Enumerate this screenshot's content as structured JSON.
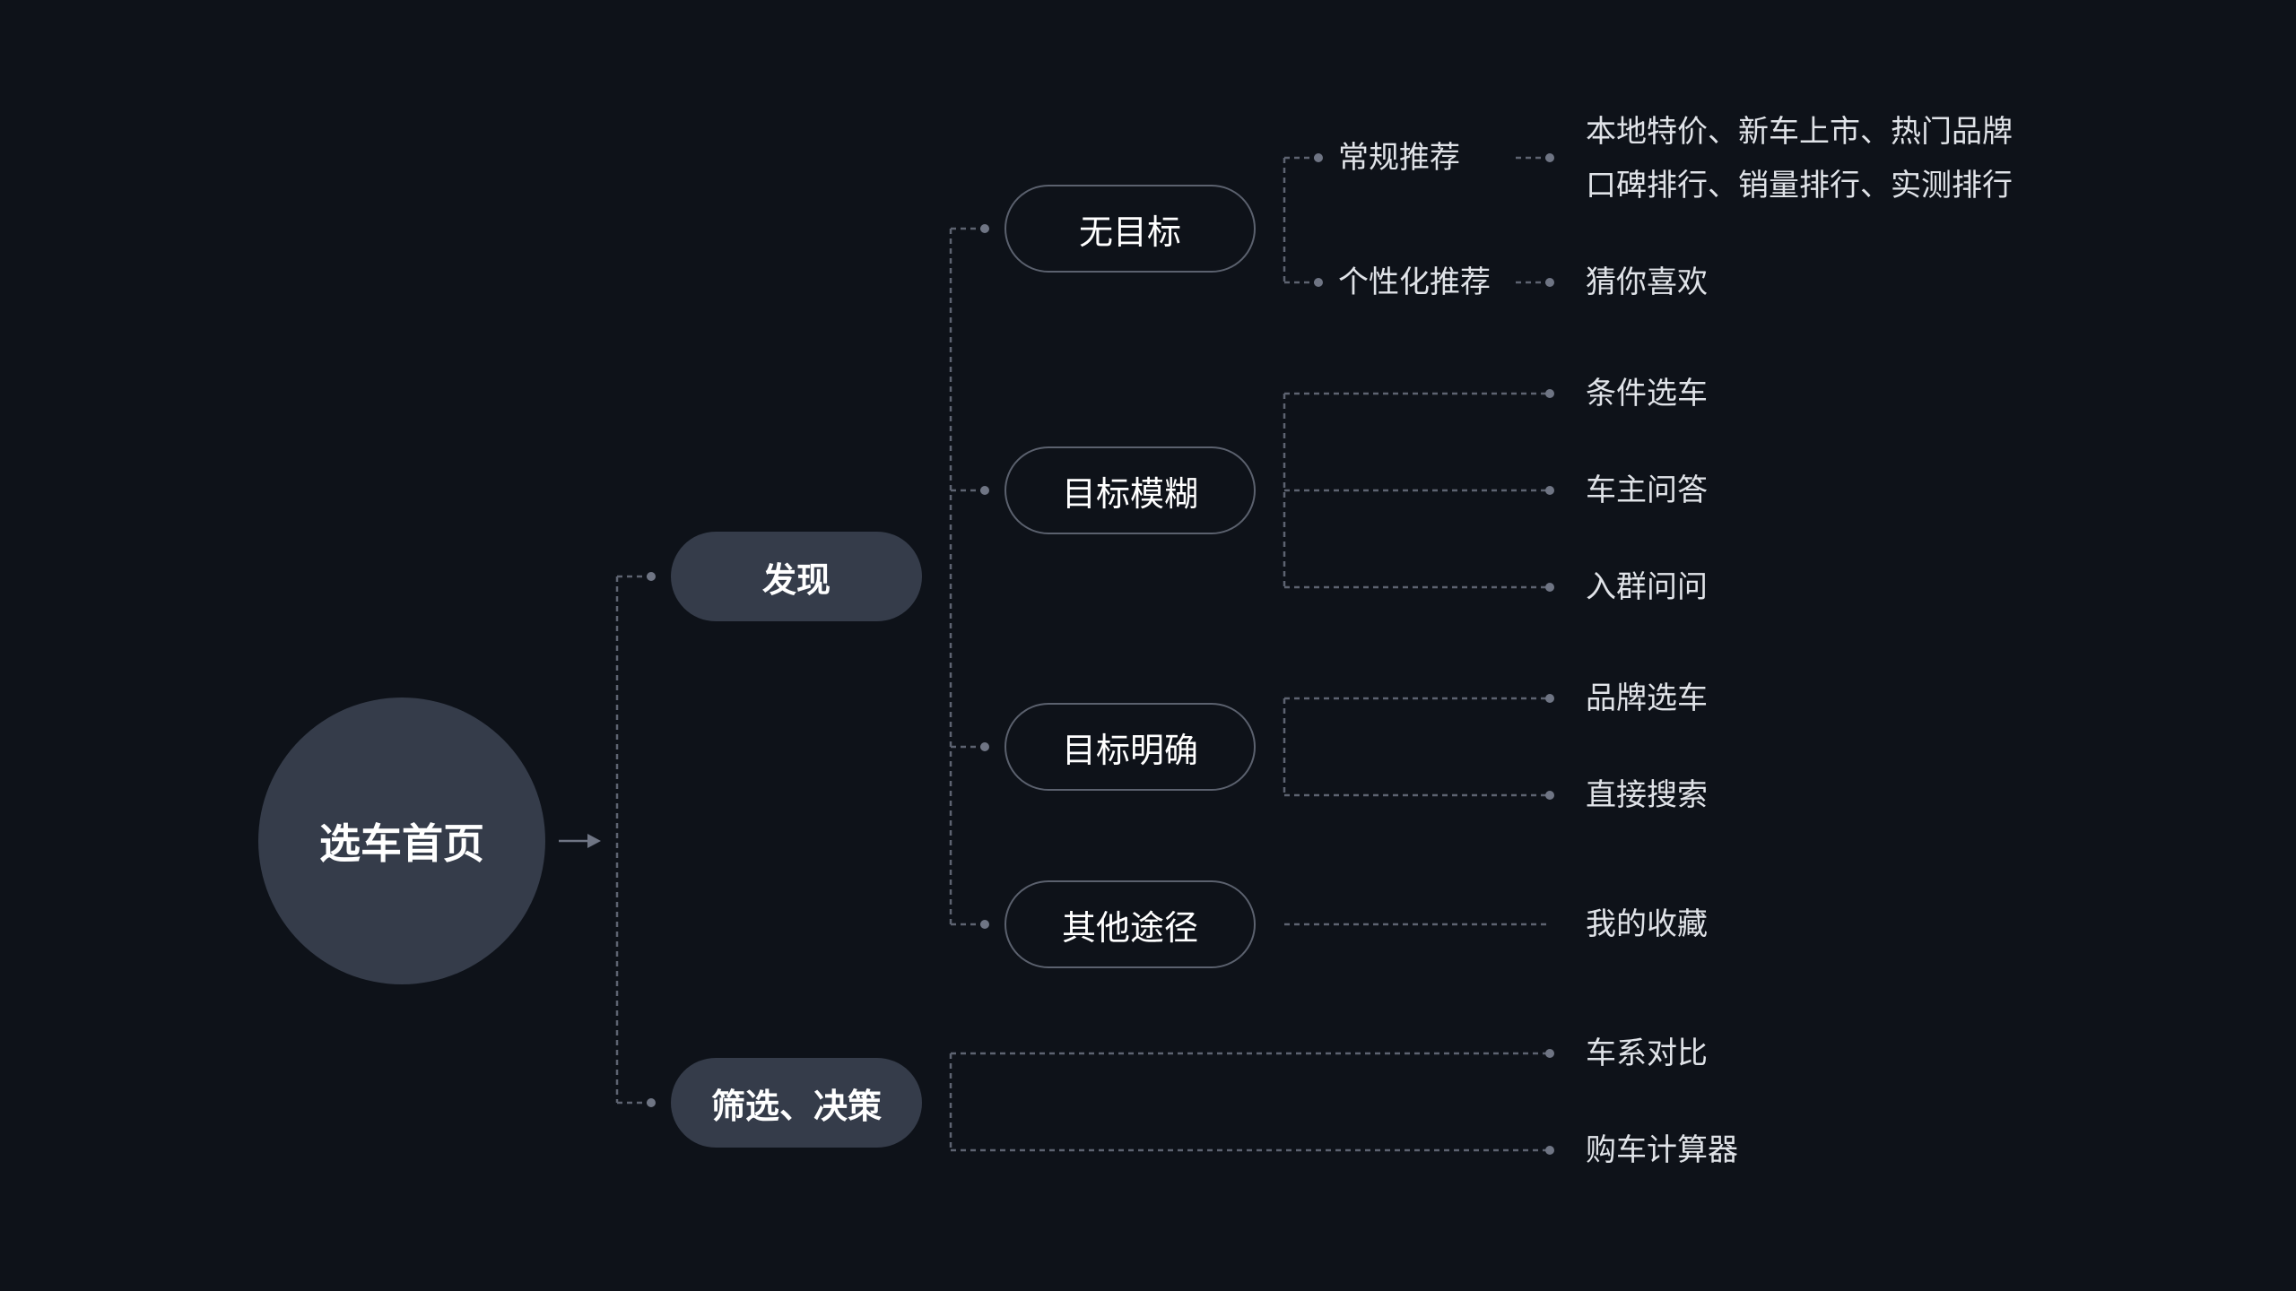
{
  "root": {
    "label": "选车首页"
  },
  "branches": [
    {
      "label": "发现"
    },
    {
      "label": "筛选、决策"
    }
  ],
  "subnodes": [
    {
      "label": "无目标"
    },
    {
      "label": "目标模糊"
    },
    {
      "label": "目标明确"
    },
    {
      "label": "其他途径"
    }
  ],
  "categories": [
    {
      "label": "常规推荐"
    },
    {
      "label": "个性化推荐"
    }
  ],
  "leaves": {
    "regular_line1": "本地特价、新车上市、热门品牌",
    "regular_line2": "口碑排行、销量排行、实测排行",
    "personalized": "猜你喜欢",
    "condition_select": "条件选车",
    "owner_qa": "车主问答",
    "join_group": "入群问问",
    "brand_select": "品牌选车",
    "direct_search": "直接搜索",
    "my_favorites": "我的收藏",
    "series_compare": "车系对比",
    "car_calculator": "购车计算器"
  },
  "colors": {
    "background": "#0e1219",
    "filled_node": "#353c4a",
    "outline": "#5b616e",
    "connector": "#5d6371",
    "text": "#e0e3e8"
  }
}
